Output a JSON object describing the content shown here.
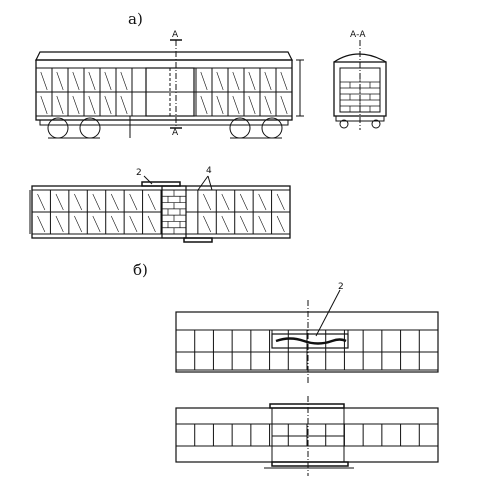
{
  "labels": {
    "part_a": "а)",
    "part_b": "б)",
    "section_mark": "А",
    "section_title": "А-А",
    "callout_2": "2",
    "callout_4": "4",
    "callout_2b": "2"
  },
  "colors": {
    "ink": "#111111",
    "paper": "#ffffff"
  }
}
